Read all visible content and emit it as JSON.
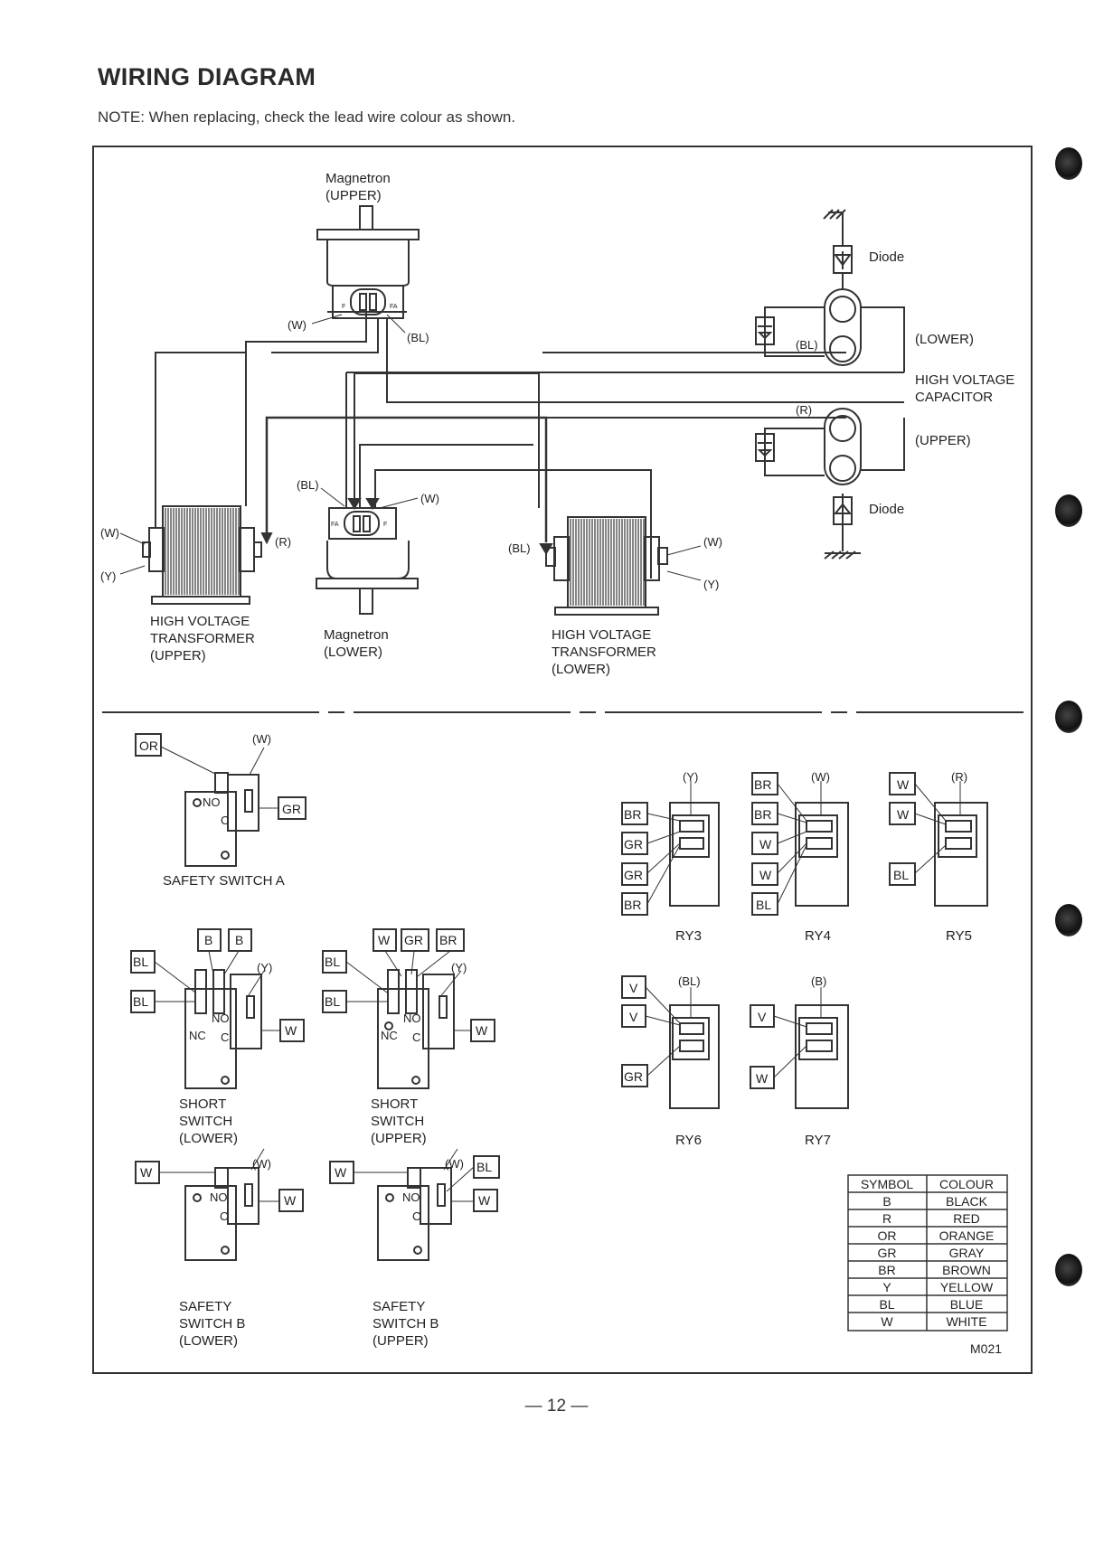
{
  "title": "WIRING DIAGRAM",
  "note": "NOTE: When replacing, check the lead wire colour as shown.",
  "page_number": "— 12 —",
  "upper_diagram": {
    "magnetron_upper": [
      "Magnetron",
      "(UPPER)"
    ],
    "magnetron_lower": [
      "Magnetron",
      "(LOWER)"
    ],
    "hvt_upper": [
      "HIGH VOLTAGE",
      "TRANSFORMER",
      "(UPPER)"
    ],
    "hvt_lower": [
      "HIGH VOLTAGE",
      "TRANSFORMER",
      "(LOWER)"
    ],
    "diode_top": "Diode",
    "diode_bottom": "Diode",
    "cap_lower": "(LOWER)",
    "cap_title": [
      "HIGH VOLTAGE",
      "CAPACITOR"
    ],
    "cap_upper": "(UPPER)",
    "wire_labels": {
      "mag_upper_w": "(W)",
      "mag_upper_bl": "(BL)",
      "mag_lower_bl": "(BL)",
      "mag_lower_w": "(W)",
      "hvt_upper_w": "(W)",
      "hvt_upper_y": "(Y)",
      "hvt_upper_r": "(R)",
      "hvt_lower_bl": "(BL)",
      "hvt_lower_w": "(W)",
      "hvt_lower_y": "(Y)",
      "cap_bl": "(BL)",
      "cap_r": "(R)"
    },
    "terminal_letters": {
      "f": "F",
      "fa": "FA"
    }
  },
  "switches": {
    "safety_a": {
      "label": [
        "SAFETY SWITCH A"
      ],
      "wires": [
        "OR",
        "GR"
      ],
      "top_label": "(W)",
      "contacts": [
        "NO",
        "C"
      ]
    },
    "short_lower": {
      "label": [
        "SHORT",
        "SWITCH",
        "(LOWER)"
      ],
      "top": [
        "B",
        "B"
      ],
      "left": [
        "BL",
        "BL"
      ],
      "right": "W",
      "top_label": "(Y)",
      "contacts": [
        "NO",
        "NC",
        "C"
      ]
    },
    "short_upper": {
      "label": [
        "SHORT",
        "SWITCH",
        "(UPPER)"
      ],
      "top": [
        "W",
        "GR",
        "BR"
      ],
      "left": [
        "BL",
        "BL"
      ],
      "right": "W",
      "top_label": "(Y)",
      "contacts": [
        "NO",
        "NC",
        "C"
      ]
    },
    "safety_b_lower": {
      "label": [
        "SAFETY",
        "SWITCH B",
        "(LOWER)"
      ],
      "left": "W",
      "right": "W",
      "top_label": "(W)",
      "contacts": [
        "NO",
        "C"
      ]
    },
    "safety_b_upper": {
      "label": [
        "SAFETY",
        "SWITCH B",
        "(UPPER)"
      ],
      "left": "W",
      "right": [
        "BL",
        "W"
      ],
      "top_label": "(W)",
      "contacts": [
        "NO",
        "C"
      ]
    }
  },
  "relays": {
    "ry3": {
      "name": "RY3",
      "top": "(Y)",
      "wires": [
        "BR",
        "GR",
        "GR",
        "BR"
      ]
    },
    "ry4": {
      "name": "RY4",
      "top_box": "BR",
      "top": "(W)",
      "wires": [
        "BR",
        "W",
        "W",
        "BL"
      ]
    },
    "ry5": {
      "name": "RY5",
      "top_box": "W",
      "top": "(R)",
      "wires": [
        "W",
        "BL"
      ]
    },
    "ry6": {
      "name": "RY6",
      "top": "(BL)",
      "wires": [
        "V",
        "V",
        "GR"
      ]
    },
    "ry7": {
      "name": "RY7",
      "top": "(B)",
      "wires": [
        "V",
        "W"
      ]
    }
  },
  "colour_table": {
    "headers": [
      "SYMBOL",
      "COLOUR"
    ],
    "rows": [
      [
        "B",
        "BLACK"
      ],
      [
        "R",
        "RED"
      ],
      [
        "OR",
        "ORANGE"
      ],
      [
        "GR",
        "GRAY"
      ],
      [
        "BR",
        "BROWN"
      ],
      [
        "Y",
        "YELLOW"
      ],
      [
        "BL",
        "BLUE"
      ],
      [
        "W",
        "WHITE"
      ]
    ]
  },
  "model_code": "M021"
}
